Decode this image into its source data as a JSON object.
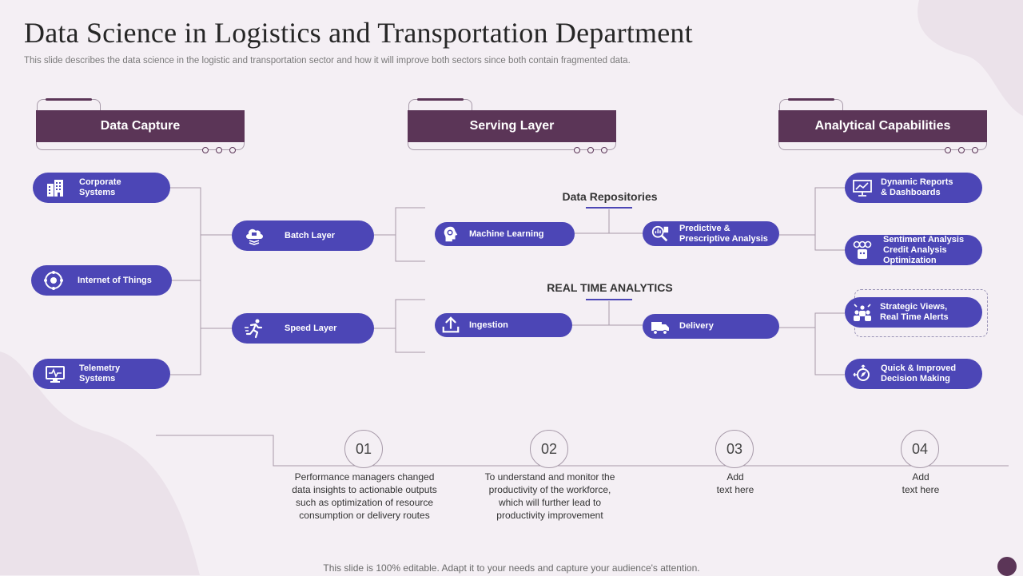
{
  "title": "Data Science in Logistics and Transportation Department",
  "subtitle": "This slide describes the data science in the logistic and transportation sector and how it will improve both sectors since both contain fragmented data.",
  "headers": {
    "data_capture": "Data Capture",
    "serving_layer": "Serving Layer",
    "analytical_capabilities": "Analytical Capabilities"
  },
  "groups": {
    "repositories": "Data Repositories",
    "realtime": "REAL TIME ANALYTICS"
  },
  "sources": [
    {
      "label": "Corporate\nSystems",
      "icon": "building-icon"
    },
    {
      "label": "Internet of Things",
      "icon": "iot-icon"
    },
    {
      "label": "Telemetry\nSystems",
      "icon": "monitor-pulse-icon"
    }
  ],
  "layers": [
    {
      "label": "Batch Layer",
      "icon": "cloud-stack-icon"
    },
    {
      "label": "Speed Layer",
      "icon": "runner-icon"
    }
  ],
  "serving": [
    {
      "label": "Machine Learning",
      "icon": "brain-gear-icon"
    },
    {
      "label": "Ingestion",
      "icon": "upload-icon"
    }
  ],
  "outputs": [
    {
      "label": "Predictive &\nPrescriptive Analysis",
      "icon": "analysis-icon"
    },
    {
      "label": "Delivery",
      "icon": "delivery-truck-icon"
    }
  ],
  "capabilities": [
    {
      "label": "Dynamic Reports\n& Dashboards",
      "icon": "dashboard-icon"
    },
    {
      "label": "Sentiment Analysis\nCredit Analysis\nOptimization",
      "icon": "sentiment-icon"
    },
    {
      "label": "Strategic Views,\nReal Time Alerts",
      "icon": "team-alert-icon"
    },
    {
      "label": "Quick & Improved\nDecision Making",
      "icon": "compass-icon"
    }
  ],
  "steps": [
    {
      "num": "01",
      "text": "Performance  managers changed\ndata insights to actionable outputs\nsuch as optimization of resource\nconsumption or delivery  routes"
    },
    {
      "num": "02",
      "text": "To understand and monitor the\nproductivity  of the workforce,\nwhich will further lead to\nproductivity  improvement"
    },
    {
      "num": "03",
      "text": "Add\ntext here"
    },
    {
      "num": "04",
      "text": "Add\ntext here"
    }
  ],
  "footer": "This slide is 100% editable. Adapt it to your needs and capture your audience's attention.",
  "colors": {
    "pill": "#4c46b6",
    "header": "#5b3557",
    "background": "#f4eff4",
    "line": "#a79aa9"
  }
}
